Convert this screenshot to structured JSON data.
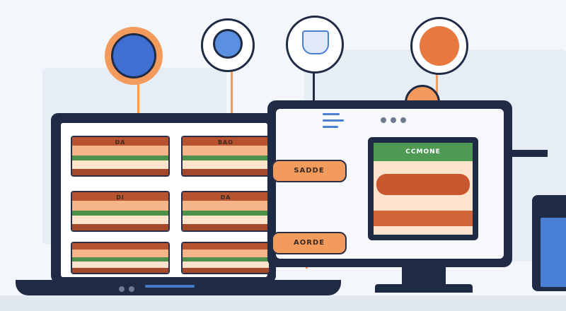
{
  "laptop_cards": [
    {
      "label": "DA"
    },
    {
      "label": "BAO"
    },
    {
      "label": "DI"
    },
    {
      "label": "DA"
    },
    {
      "label": ""
    },
    {
      "label": ""
    }
  ],
  "pills": [
    {
      "label": "SADDE"
    },
    {
      "label": "AORDE"
    }
  ],
  "monitor_pane": {
    "header": "CCMONE"
  },
  "icons": [
    "globe-icon",
    "orb-icon",
    "shield-icon",
    "pin-icon"
  ],
  "colors": {
    "navy": "#1f2a44",
    "accent_orange": "#f39b5d",
    "accent_blue": "#4a7fd6",
    "accent_green": "#4e9a55"
  }
}
